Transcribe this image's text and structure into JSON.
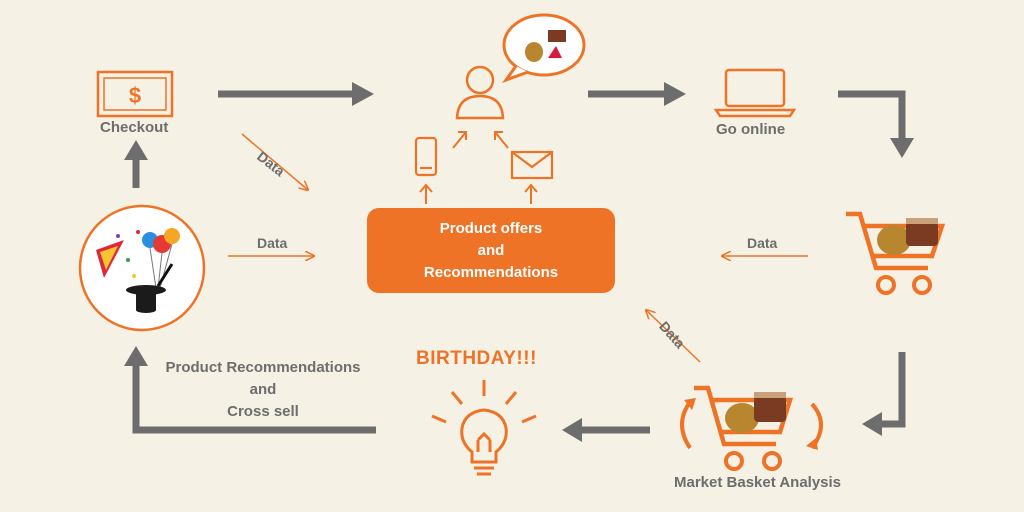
{
  "nodes": {
    "checkout": "Checkout",
    "go_online": "Go online",
    "market_basket": "Market Basket Analysis",
    "birthday": "BIRTHDAY!!!"
  },
  "center": {
    "line1": "Product offers",
    "line2": "and",
    "line3": "Recommendations"
  },
  "flow_label": {
    "line1": "Product Recommendations",
    "line2": "and",
    "line3": "Cross sell"
  },
  "data_labels": {
    "top_left": "Data",
    "left": "Data",
    "right": "Data",
    "bottom_right": "Data"
  },
  "icons": {
    "dollar_symbol": "$"
  },
  "colors": {
    "orange": "#ee7326",
    "gray": "#6d6d6d",
    "background": "#f5f1e4"
  }
}
